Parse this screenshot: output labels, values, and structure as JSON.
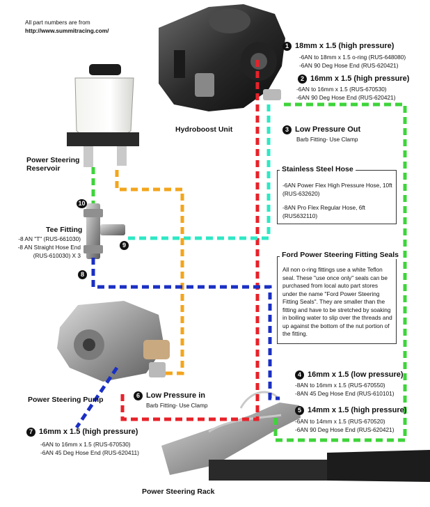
{
  "header": {
    "line1": "All part numbers are from",
    "line2": "http://www.summitracing.com/"
  },
  "components": {
    "hydroboost": "Hydroboost Unit",
    "reservoir_line1": "Power Steering",
    "reservoir_line2": "Reservoir",
    "pump": "Power Steering Pump",
    "rack": "Power Steering Rack"
  },
  "callouts": [
    {
      "num": "1",
      "title": "18mm x 1.5 (high pressure)",
      "lines": [
        "-6AN to 18mm x 1.5 o-ring (RUS-648080)",
        "-6AN 90 Deg Hose End (RUS-620421)"
      ]
    },
    {
      "num": "2",
      "title": "16mm x 1.5 (high pressure)",
      "lines": [
        "-6AN to 16mm x 1.5 (RUS-670530)",
        "-6AN 90 Deg Hose End (RUS-620421)"
      ]
    },
    {
      "num": "3",
      "title": "Low Pressure Out",
      "lines": [
        "Barb Fitting- Use Clamp"
      ]
    },
    {
      "num": "4",
      "title": "16mm x 1.5 (low pressure)",
      "lines": [
        "-8AN to 16mm x 1.5 (RUS-670550)",
        "-8AN 45 Deg Hose End (RUS-610101)"
      ]
    },
    {
      "num": "5",
      "title": "14mm x 1.5 (high pressure)",
      "lines": [
        "-6AN to 14mm x 1.5 (RUS-670520)",
        "-6AN 90 Deg Hose End (RUS-620421)"
      ]
    },
    {
      "num": "6",
      "title": "Low Pressure in",
      "lines": [
        "Barb Fitting- Use Clamp"
      ]
    },
    {
      "num": "7",
      "title": "16mm x 1.5 (high pressure)",
      "lines": [
        "-6AN to 16mm x 1.5 (RUS-670530)",
        "-6AN 45 Deg Hose End (RUS-620411)"
      ]
    }
  ],
  "tee": {
    "title": "Tee Fitting",
    "lines": [
      "-8 AN \"T\" (RUS-661030)",
      "-8 AN Straight Hose End",
      "(RUS-610030) X 3"
    ],
    "port_labels": [
      "10",
      "9",
      "8"
    ]
  },
  "stainless_box": {
    "title": "Stainless Steel Hose",
    "item1_line1": "-6AN Power Flex High Pressure Hose, 10ft",
    "item1_line2": "(RUS-632620)",
    "item2_line1": "-8AN Pro Flex Regular Hose, 6ft",
    "item2_line2": "(RUS632110)"
  },
  "seals_box": {
    "title": "Ford Power Steering Fitting Seals",
    "body": "All non o-ring fittings use a white Teflon seal. These \"use once only\" seals can be purchased from local auto part stores under the name \"Ford Power Steering Fitting Seals\". They are smaller than the fitting and have to be stretched by soaking in boiling water to slip over the threads and up against the bottom of the nut portion of the fitting."
  },
  "colors": {
    "red_line": "#e8222a",
    "green_line": "#3ed43a",
    "orange_line": "#f3a51c",
    "blue_line": "#1a2fc4",
    "cyan_line": "#2ee8c4"
  }
}
